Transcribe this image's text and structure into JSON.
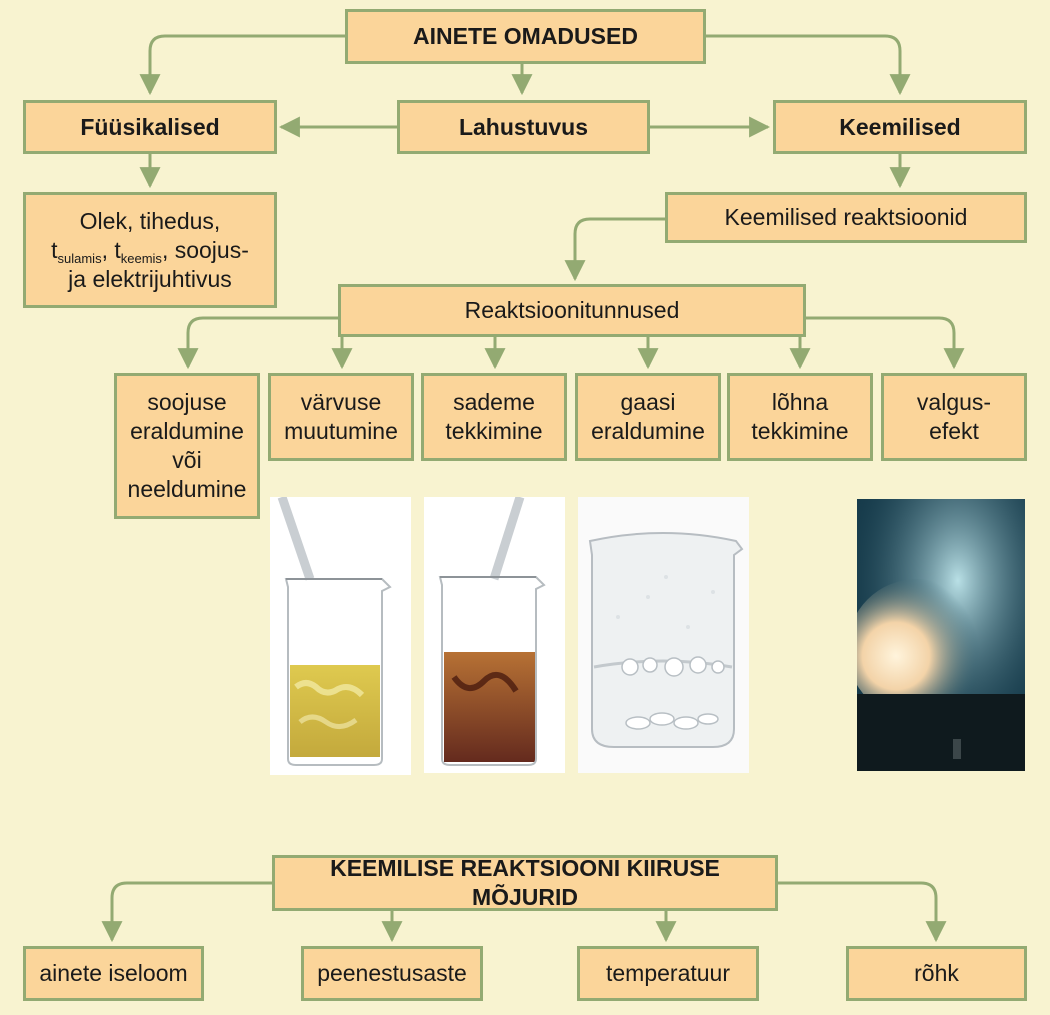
{
  "colors": {
    "background": "#f8f3d0",
    "box_fill": "#fbd59a",
    "box_border": "#93aa72",
    "arrow": "#93aa72"
  },
  "top_diagram": {
    "title": "AINETE OMADUSED",
    "physical": {
      "label": "Füüsikalised",
      "details": {
        "line1": "Olek, tihedus,",
        "t1": "t",
        "sub1": "sulamis",
        "comma1": ", ",
        "t2": "t",
        "sub2": "keemis",
        "after": ", soojus-",
        "line3": "ja elektrijuhtivus"
      }
    },
    "solubility": {
      "label": "Lahustuvus"
    },
    "chemical": {
      "label": "Keemilised",
      "reactions": "Keemilised reaktsioonid"
    },
    "reaction_signs": {
      "label": "Reaktsioonitunnused",
      "items": [
        "soojuse\neraldumine\nvõi\nneeldumine",
        "värvuse\nmuutumine",
        "sademe\ntekkimine",
        "gaasi\neraldumine",
        "lõhna\ntekkimine",
        "valgus-\nefekt"
      ]
    }
  },
  "photos": [
    {
      "name": "beaker-yellow-precipitate-photo",
      "description": "beaker with yellow precipitate and pipette"
    },
    {
      "name": "beaker-color-change-photo",
      "description": "beaker with dark red solution and pipette"
    },
    {
      "name": "beaker-gas-bubbles-photo",
      "description": "beaker with gas bubbles from tablets"
    },
    {
      "name": "light-effect-photo",
      "description": "bright flame with smoke"
    }
  ],
  "bottom_diagram": {
    "title": "KEEMILISE REAKTSIOONI KIIRUSE MÕJURID",
    "items": [
      "ainete iseloom",
      "peenestusaste",
      "temperatuur",
      "rõhk"
    ]
  }
}
